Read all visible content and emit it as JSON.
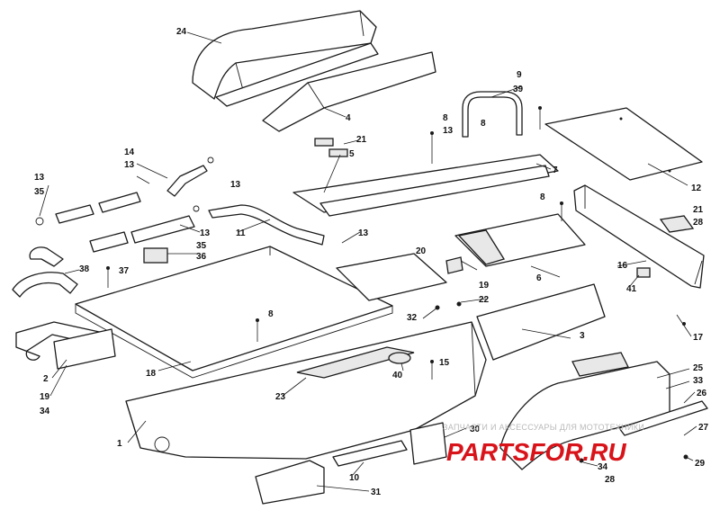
{
  "callouts": {
    "c1": "1",
    "c2": "2",
    "c3": "3",
    "c4": "4",
    "c5": "5",
    "c6": "6",
    "c7": "7",
    "c8a": "8",
    "c8b": "8",
    "c8c": "8",
    "c8d": "8",
    "c9": "9",
    "c10": "10",
    "c11": "11",
    "c12": "12",
    "c13a": "13",
    "c13b": "13",
    "c13c": "13",
    "c13d": "13",
    "c13e": "13",
    "c13f": "13",
    "c14": "14",
    "c15": "15",
    "c16": "16",
    "c17": "17",
    "c18": "18",
    "c19a": "19",
    "c19b": "19",
    "c20": "20",
    "c21a": "21",
    "c21b": "21",
    "c22": "22",
    "c23": "23",
    "c24": "24",
    "c25": "25",
    "c26": "26",
    "c27": "27",
    "c28a": "28",
    "c28b": "28",
    "c29": "29",
    "c30": "30",
    "c31": "31",
    "c32": "32",
    "c33": "33",
    "c34a": "34",
    "c34b": "34",
    "c35a": "35",
    "c35b": "35",
    "c36": "36",
    "c37": "37",
    "c38": "38",
    "c39": "39",
    "c40": "40",
    "c41": "41"
  },
  "watermark": {
    "tagline": "ЗАПЧАСТИ И АКСЕССУАРЫ ДЛЯ МОТОТЕХНИКИ",
    "logo": "PARTSFOR.RU"
  },
  "colors": {
    "line": "#1a1a1a",
    "watermark_logo": "#d8131a",
    "watermark_text": "#b9b9b9"
  }
}
